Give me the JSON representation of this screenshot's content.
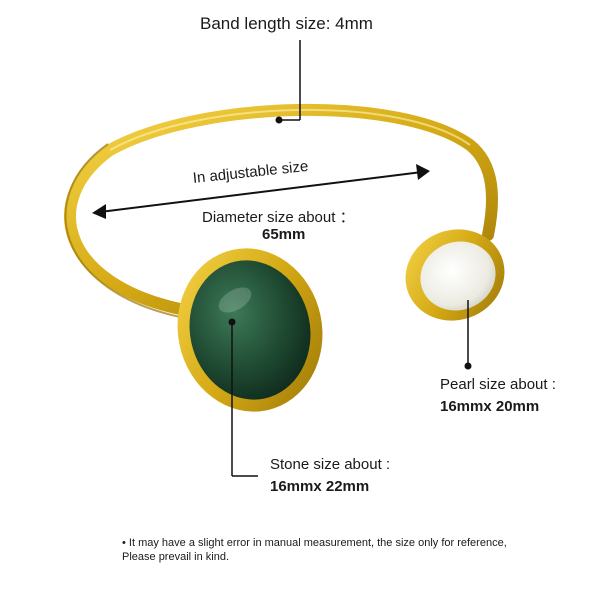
{
  "annotations": {
    "band_length": "Band length size: 4mm",
    "adjustable": "In adjustable size",
    "diameter_label": "Diameter size about ：",
    "diameter_value": "65mm",
    "pearl_label": "Pearl size about :",
    "pearl_value": "16mmx 20mm",
    "stone_label": "Stone size about :",
    "stone_value": "16mmx 22mm"
  },
  "note": {
    "line1": "• It may have a slight error in manual measurement, the size only for reference,",
    "line2": "Please prevail in kind."
  },
  "colors": {
    "gold": "#d4a914",
    "gold_dark": "#9a7608",
    "stone": "#1f4a32",
    "pearl": "#f3f1ea"
  }
}
